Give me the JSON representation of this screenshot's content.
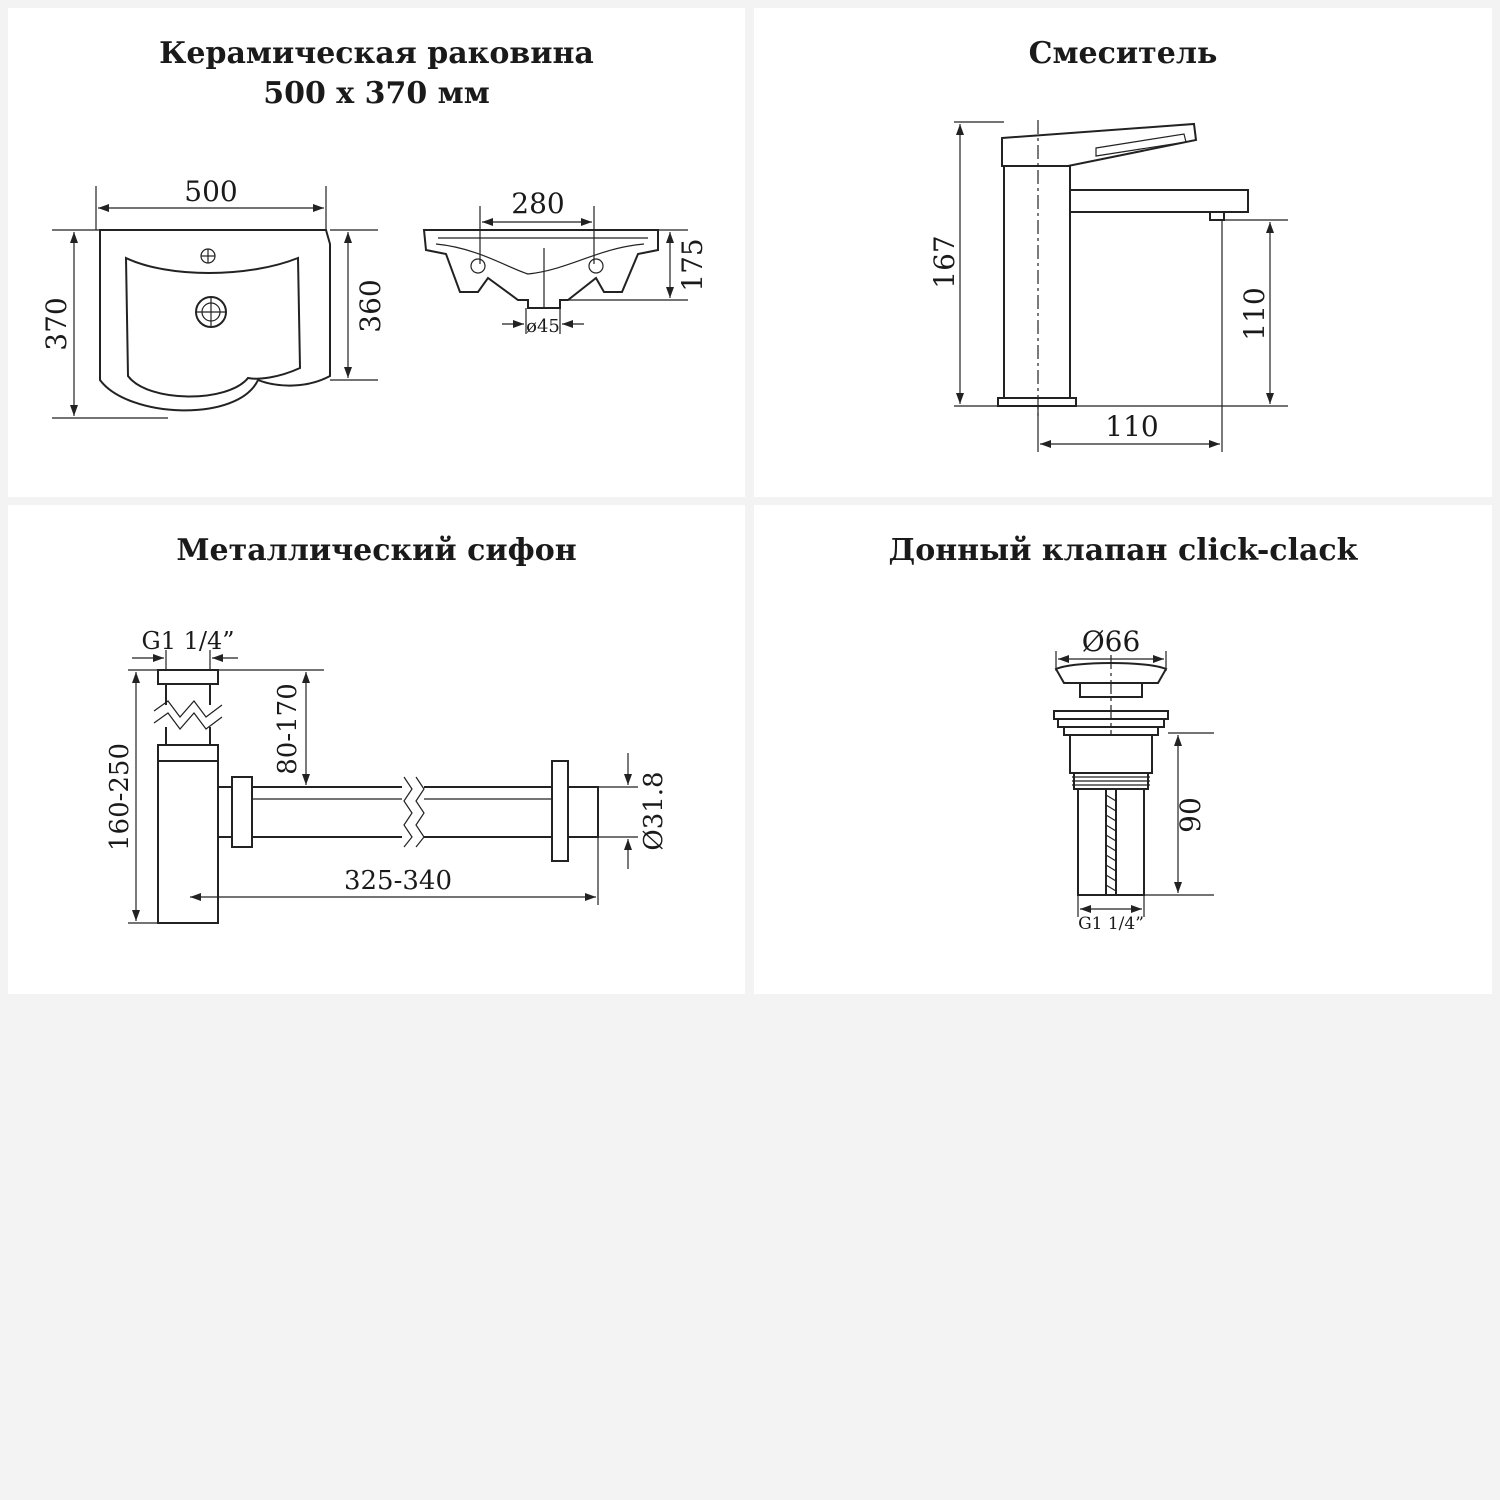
{
  "page": {
    "background": "#f3f3f3",
    "panel_background": "#ffffff",
    "line_color": "#222222"
  },
  "panels": {
    "sink": {
      "title_line1": "Керамическая раковина",
      "title_line2": "500 х 370 мм",
      "dims": {
        "width": "500",
        "depth_outer": "370",
        "depth_inner": "360",
        "bowl_width": "280",
        "height": "175",
        "drain": "ø45"
      }
    },
    "mixer": {
      "title": "Смеситель",
      "dims": {
        "height": "167",
        "spout_height": "110",
        "spout_reach": "110"
      }
    },
    "siphon": {
      "title": "Металлический сифон",
      "dims": {
        "thread": "G1 1/4”",
        "height": "160-250",
        "inlet": "80-170",
        "length": "325-340",
        "outlet": "Ø31.8"
      }
    },
    "valve": {
      "title": "Донный клапан click-clack",
      "dims": {
        "cap": "Ø66",
        "height": "90",
        "thread": "G1 1/4”"
      }
    }
  }
}
